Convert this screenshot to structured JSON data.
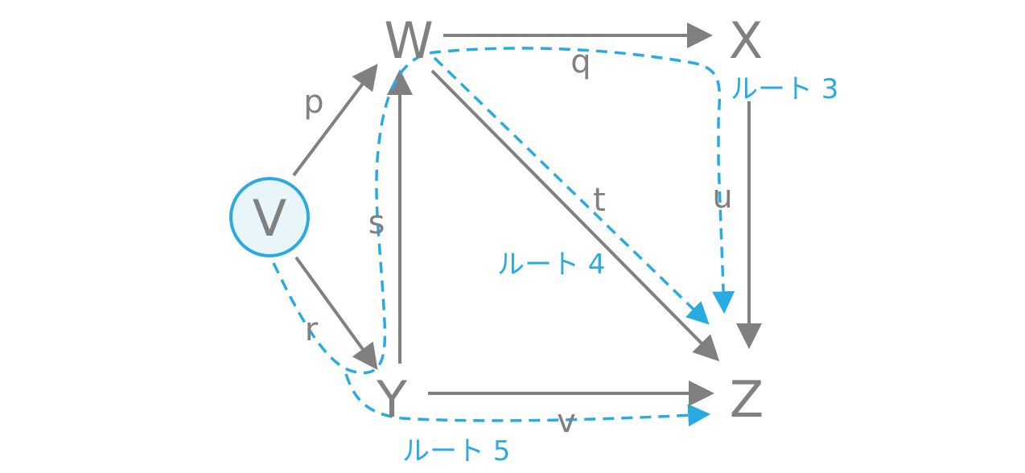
{
  "colors": {
    "edge": "#808080",
    "route": "#29abe2",
    "start_node_fill": "#e8f6fc",
    "start_node_stroke": "#29abe2"
  },
  "nodes": {
    "V": "V",
    "W": "W",
    "X": "X",
    "Y": "Y",
    "Z": "Z"
  },
  "edges": {
    "p": "p",
    "q": "q",
    "r": "r",
    "s": "s",
    "t": "t",
    "u": "u",
    "v": "v"
  },
  "routes": {
    "route3": "ルート 3",
    "route4": "ルート 4",
    "route5": "ルート 5"
  }
}
